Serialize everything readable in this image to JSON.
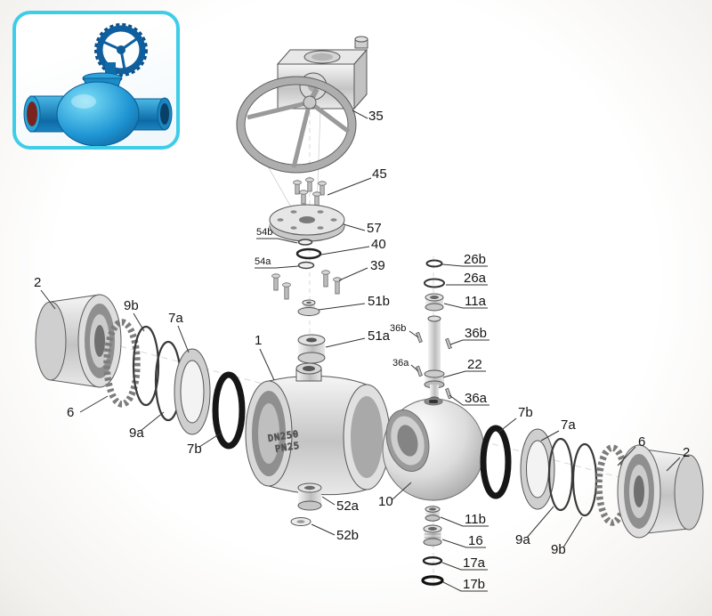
{
  "colors": {
    "inset_border": "#3ecde9",
    "valve_blue": "#1f96d4",
    "line": "#333333"
  },
  "inset": {
    "description": "assembled blue fully-welded ball valve with gear handwheel"
  },
  "diagram": {
    "marking": {
      "line1": "DN250",
      "line2": "PN25"
    },
    "labels": {
      "n35": "35",
      "n45": "45",
      "n57": "57",
      "n54b": "54b",
      "n40": "40",
      "n54a": "54a",
      "n39": "39",
      "n26b": "26b",
      "n26a": "26a",
      "n11a": "11a",
      "n51b": "51b",
      "n51a": "51a",
      "n36b_left": "36b",
      "n36b_right": "36b",
      "n36a_left": "36a",
      "n36a_right": "36a",
      "n22": "22",
      "n1": "1",
      "n2_left": "2",
      "n9b_left": "9b",
      "n7a_left": "7a",
      "n6_left": "6",
      "n9a_left": "9a",
      "n7b_left": "7b",
      "n10": "10",
      "n52a": "52a",
      "n52b": "52b",
      "n11b": "11b",
      "n16": "16",
      "n17a": "17a",
      "n17b": "17b",
      "n7b_right": "7b",
      "n7a_right": "7a",
      "n6_right": "6",
      "n2_right": "2",
      "n9a_right": "9a",
      "n9b_right": "9b"
    }
  }
}
